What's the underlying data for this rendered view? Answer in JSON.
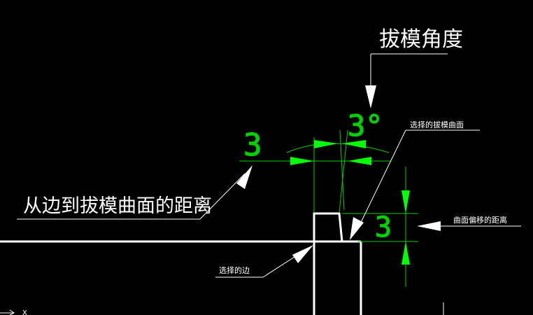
{
  "labels": {
    "draft_angle": "拔模角度",
    "selected_draft_face": "选择的拔模曲面",
    "distance_edge_to_face": "从边到拔模曲面的距离",
    "face_offset_distance": "曲面偏移的距离",
    "selected_edge": "选择的边"
  },
  "dimensions": {
    "angle": "3°",
    "horizontal_distance": "3",
    "vertical_offset": "3"
  },
  "colors": {
    "background": "#000000",
    "geometry": "#ffffff",
    "dimension": "#00d000",
    "arrowhead": "#00ff00",
    "axis_marker": "#ffffff"
  }
}
